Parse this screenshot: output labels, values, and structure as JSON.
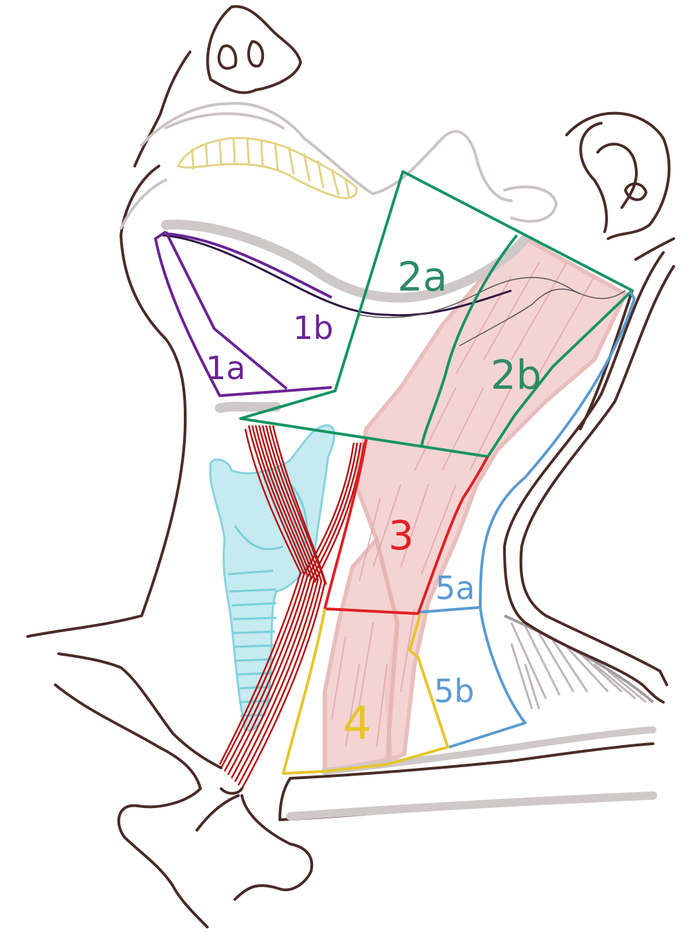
{
  "colors": {
    "outline": "#4a2b26",
    "bone_gray": "#c9c3c3",
    "mandible_shadow": "#cfc8c8",
    "teeth": "#e2d386",
    "muscle_fill": "#f1cdcb",
    "muscle_stroke": "#e6b3b1",
    "thyroid_fill": "#bfe8ee",
    "thyroid_stroke": "#79cfdb",
    "vessel": "#b41414",
    "level1": "#6a2394",
    "level2": "#159463",
    "level2b_text": "#2e8a66",
    "level3": "#e31e24",
    "level4": "#e6c52a",
    "level5": "#5b9bd0",
    "nerve_dark": "#2d1440"
  },
  "regions": [
    {
      "id": "1a",
      "label": "1a",
      "color": "level1"
    },
    {
      "id": "1b",
      "label": "1b",
      "color": "level1"
    },
    {
      "id": "2a",
      "label": "2a",
      "color": "level2"
    },
    {
      "id": "2b",
      "label": "2b",
      "color": "level2"
    },
    {
      "id": "3",
      "label": "3",
      "color": "level3"
    },
    {
      "id": "4",
      "label": "4",
      "color": "level4"
    },
    {
      "id": "5a",
      "label": "5a",
      "color": "level5"
    },
    {
      "id": "5b",
      "label": "5b",
      "color": "level5"
    }
  ]
}
